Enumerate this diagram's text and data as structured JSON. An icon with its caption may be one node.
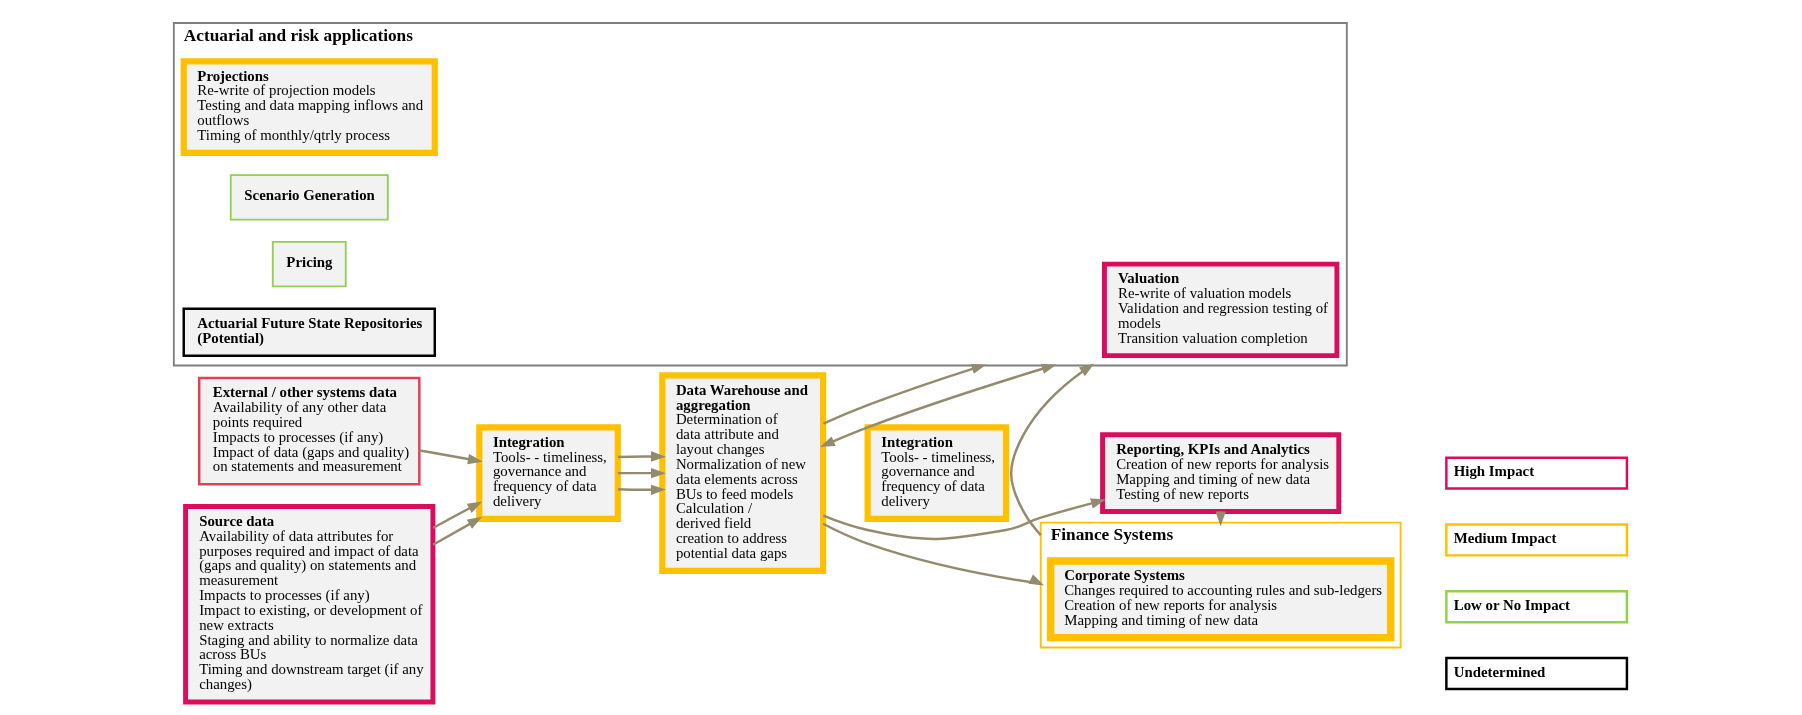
{
  "diagram": {
    "nodes": [
      {
        "text": [
          "Source data",
          "Availability of data attributes for purposes required and impact of data (gaps and quality) on statements and measurement",
          "Impacts to processes (if any)",
          "Impact to existing, or development of new extracts",
          "Staging and ability to normalize data across BUs",
          "Timing and downstream target (if any changes)"
        ]
      },
      {
        "text": [
          "External / other systems data",
          "Availability of any other data points required",
          "Impacts to processes (if any)",
          "Impact of data (gaps and quality) on statements and measurement"
        ]
      },
      {
        "text": [
          "Integration",
          "Tools- - timeliness, governance and frequency of data delivery"
        ]
      },
      {
        "text": [
          "Data Warehouse and aggregation",
          "Determination of data attribute and layout changes",
          "Normalization of new data elements across BUs to feed models",
          "Calculation / derived field creation to address potential data gaps"
        ]
      },
      {
        "text": [
          "Integration",
          "Tools- - timeliness, governance and frequency of data delivery"
        ]
      },
      {
        "text": [
          "Actuarial and risk applications"
        ]
      },
      {
        "text": [
          "Valuation",
          "Re-write of valuation models",
          "Validation and regression testing of models",
          "Transition valuation completion"
        ],
        "in": 5
      },
      {
        "text": [
          "Projections",
          "Re-write of projection models",
          "Testing and data mapping inflows and outflows",
          "Timing of monthly/qtrly process"
        ],
        "in": 5
      },
      {
        "text": [
          "Scenario Generation"
        ],
        "in": 5
      },
      {
        "text": [
          "Pricing"
        ],
        "in": 5
      },
      {
        "text": [
          "Actuarial Future State Repositories (Potential)"
        ],
        "in": 5
      },
      {
        "text": [
          "Finance Systems"
        ]
      },
      {
        "text": [
          "Corporate Systems",
          "Changes required to accounting rules and sub-ledgers",
          "Creation of new reports for analysis",
          "Mapping and timing of new data"
        ],
        "in": 11
      },
      {
        "text": [
          "Reporting, KPIs and Analytics",
          "Creation of new reports for analysis",
          "Mapping and timing of new data",
          "Testing of new reports"
        ]
      }
    ],
    "edges": [
      {
        "from": 0,
        "to": 2,
        "arrow": "to"
      },
      {
        "from": 0,
        "to": 2,
        "arrow": "to"
      },
      {
        "from": 1,
        "to": 2,
        "arrow": "to"
      },
      {
        "from": 2,
        "to": 3,
        "arrow": "to"
      },
      {
        "from": 2,
        "to": 3,
        "arrow": "to"
      },
      {
        "from": 2,
        "to": 3,
        "arrow": "to"
      },
      {
        "from": 3,
        "to": 5,
        "arrow": "both"
      },
      {
        "from": 3,
        "to": 5,
        "arrow": "to"
      },
      {
        "from": 3,
        "to": 11,
        "arrow": "to"
      },
      {
        "from": 3,
        "to": 13,
        "arrow": "to"
      },
      {
        "from": 11,
        "to": 5,
        "arrow": "to"
      },
      {
        "from": 13,
        "to": 11,
        "arrow": "to"
      }
    ],
    "legend": [
      {
        "text": "High Impact",
        "color": "#d90d5c"
      },
      {
        "text": "Medium Impact",
        "color": "#ffc000"
      },
      {
        "text": "Low or No Impact",
        "color": "#92d050"
      },
      {
        "text": "Undetermined",
        "color": "#000000"
      }
    ]
  }
}
